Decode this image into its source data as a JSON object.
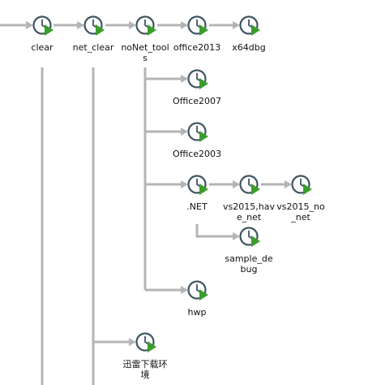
{
  "colors": {
    "connector": "#b4b4b4",
    "clock_stroke": "#3f5560",
    "clock_fill": "#ffffff",
    "play_arrow": "#3b9d2c",
    "label": "#111111"
  },
  "icon": "clock-with-play-arrow-icon",
  "nodes": [
    {
      "id": "clear",
      "label_lines": [
        "clear"
      ]
    },
    {
      "id": "net_clear",
      "label_lines": [
        "net_clear"
      ]
    },
    {
      "id": "nonet_tools",
      "label_lines": [
        "noNet_tool",
        "s"
      ]
    },
    {
      "id": "office2013",
      "label_lines": [
        "office2013"
      ]
    },
    {
      "id": "x64dbg",
      "label_lines": [
        "x64dbg"
      ]
    },
    {
      "id": "office2007",
      "label_lines": [
        "Office2007"
      ]
    },
    {
      "id": "office2003",
      "label_lines": [
        "Office2003"
      ]
    },
    {
      "id": "dotnet",
      "label_lines": [
        ".NET"
      ]
    },
    {
      "id": "vs2015_have_net",
      "label_lines": [
        "vs2015,hav",
        "e_net"
      ]
    },
    {
      "id": "vs2015_no_net",
      "label_lines": [
        "vs2015_no",
        "_net"
      ]
    },
    {
      "id": "sample_debug",
      "label_lines": [
        "sample_de",
        "bug"
      ]
    },
    {
      "id": "hwp",
      "label_lines": [
        "hwp"
      ]
    },
    {
      "id": "xunlei_env",
      "label_lines": [
        "迅雷下载环",
        "境"
      ]
    }
  ],
  "edges": [
    {
      "from": "entry",
      "to": "clear"
    },
    {
      "from": "clear",
      "to": "net_clear"
    },
    {
      "from": "net_clear",
      "to": "nonet_tools"
    },
    {
      "from": "nonet_tools",
      "to": "office2013"
    },
    {
      "from": "office2013",
      "to": "x64dbg"
    },
    {
      "from": "nonet_tools",
      "to": "office2007"
    },
    {
      "from": "nonet_tools",
      "to": "office2003"
    },
    {
      "from": "nonet_tools",
      "to": "dotnet"
    },
    {
      "from": "nonet_tools",
      "to": "hwp"
    },
    {
      "from": "dotnet",
      "to": "vs2015_have_net"
    },
    {
      "from": "vs2015_have_net",
      "to": "vs2015_no_net"
    },
    {
      "from": "dotnet",
      "to": "sample_debug"
    },
    {
      "from": "net_clear",
      "to": "xunlei_env"
    },
    {
      "from": "clear",
      "to": "continues-below"
    }
  ]
}
